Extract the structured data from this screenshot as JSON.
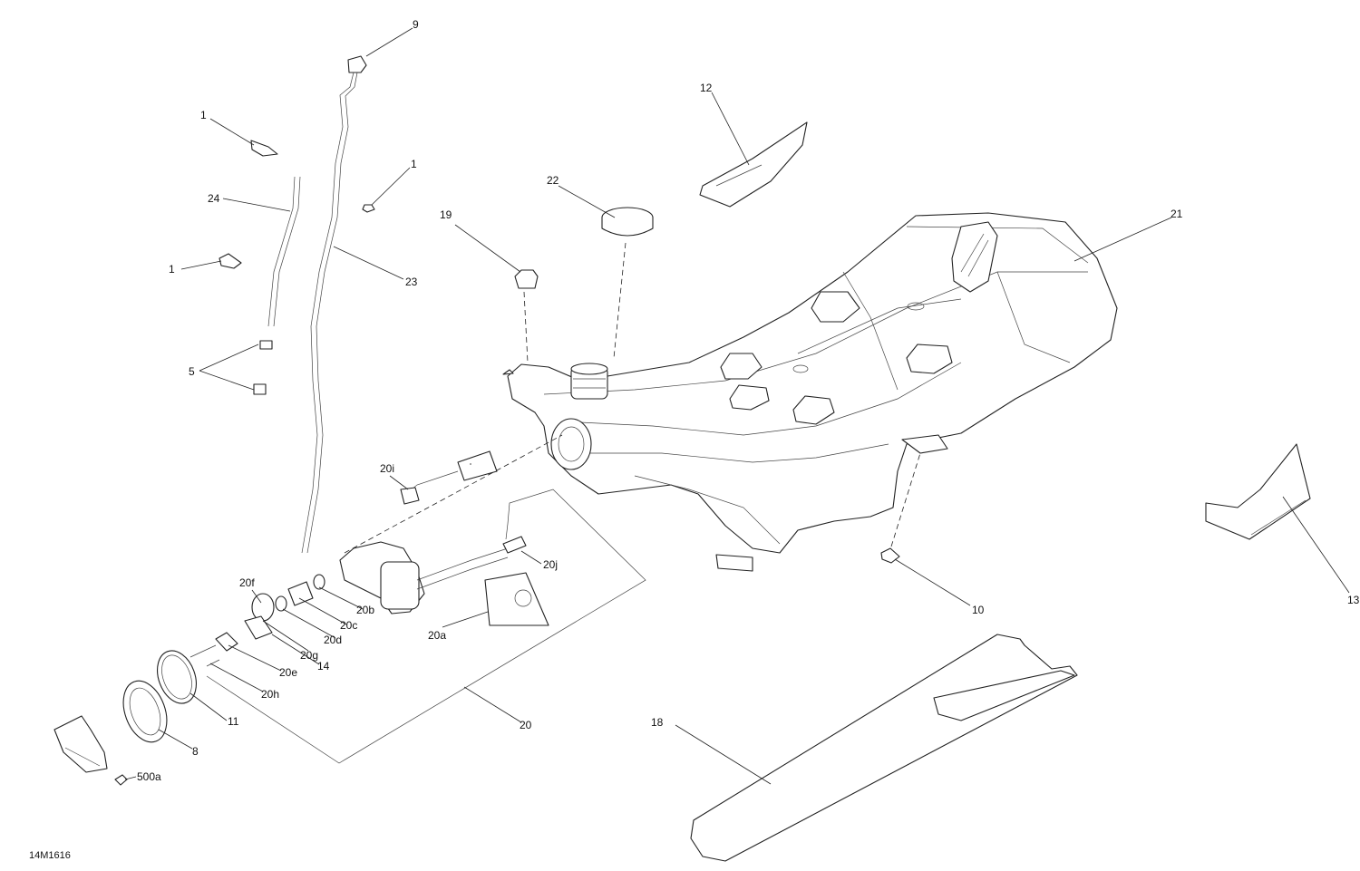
{
  "diagram": {
    "code": "14M1616",
    "callouts": {
      "c1a": "1",
      "c1b": "1",
      "c1c": "1",
      "c5": "5",
      "c8": "8",
      "c9": "9",
      "c10": "10",
      "c11": "11",
      "c12": "12",
      "c13": "13",
      "c14": "14",
      "c18": "18",
      "c19": "19",
      "c20": "20",
      "c20a": "20a",
      "c20b": "20b",
      "c20c": "20c",
      "c20d": "20d",
      "c20e": "20e",
      "c20f": "20f",
      "c20g": "20g",
      "c20h": "20h",
      "c20i": "20i",
      "c20j": "20j",
      "c21": "21",
      "c22": "22",
      "c23": "23",
      "c24": "24",
      "c500a": "500a"
    }
  }
}
